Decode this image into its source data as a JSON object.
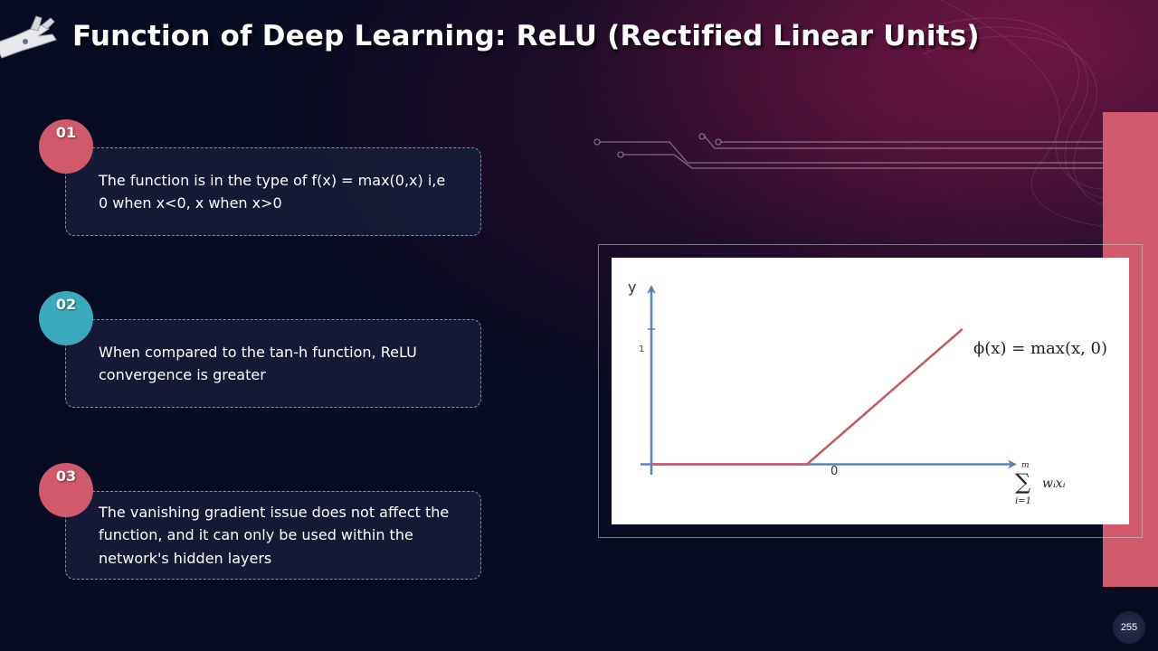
{
  "title": "Function of Deep Learning: ReLU (Rectified Linear Units)",
  "colors": {
    "background": "#070c22",
    "accent_pink": "#d05a6c",
    "accent_teal": "#3aa9bb",
    "card_bg": "#161c37",
    "relu_line": "#c9575f",
    "axis": "#5a84b5"
  },
  "icons": {
    "title_icon": "robot-hand-icon"
  },
  "points": [
    {
      "number": "01",
      "text": "The function is in the type of f(x) = max(0,x) i,e 0 when x<0, x when x>0",
      "color": "#d05a6c"
    },
    {
      "number": "02",
      "text": "When compared to the tan-h function, ReLU convergence  is greater",
      "color": "#3aa9bb"
    },
    {
      "number": "03",
      "text": "The vanishing gradient issue does not affect the function, and it can only be used within the network's hidden layers",
      "color": "#d05a6c"
    }
  ],
  "chart_data": {
    "type": "line",
    "ylabel": "y",
    "formula": "ϕ(x) = max(x, 0)",
    "x_origin_label": "0",
    "y_tick_label": "1",
    "sum_label": {
      "upper": "m",
      "symbol": "∑",
      "term": "wᵢxᵢ",
      "lower": "i=1"
    },
    "series": [
      {
        "x": [
          -1,
          0,
          1
        ],
        "y": [
          0,
          0,
          1
        ]
      }
    ],
    "xlim": [
      -1,
      1.35
    ],
    "ylim": [
      -0.05,
      1.3
    ],
    "grid": false
  },
  "page_number": "255"
}
